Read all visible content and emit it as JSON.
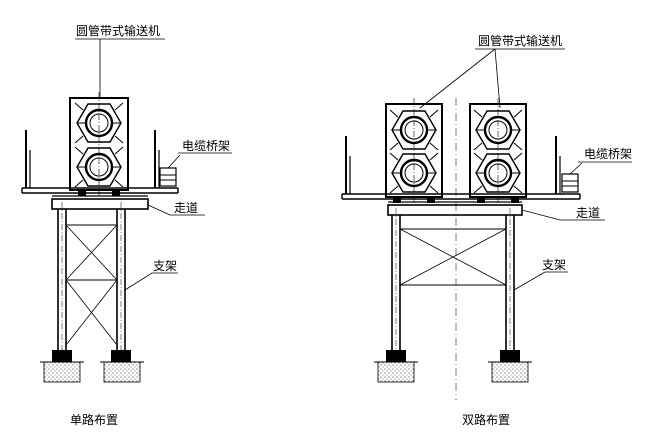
{
  "single": {
    "conveyor_label": "圆管带式输送机",
    "cable_tray_label": "电缆桥架",
    "walkway_label": "走道",
    "support_label": "支架",
    "caption": "单路布置"
  },
  "double": {
    "conveyor_label": "圆管带式输送机",
    "cable_tray_label": "电缆桥架",
    "walkway_label": "走道",
    "support_label": "支架",
    "caption": "双路布置"
  },
  "colors": {
    "line": "#000000",
    "hatch": "#555555",
    "background": "#ffffff"
  }
}
